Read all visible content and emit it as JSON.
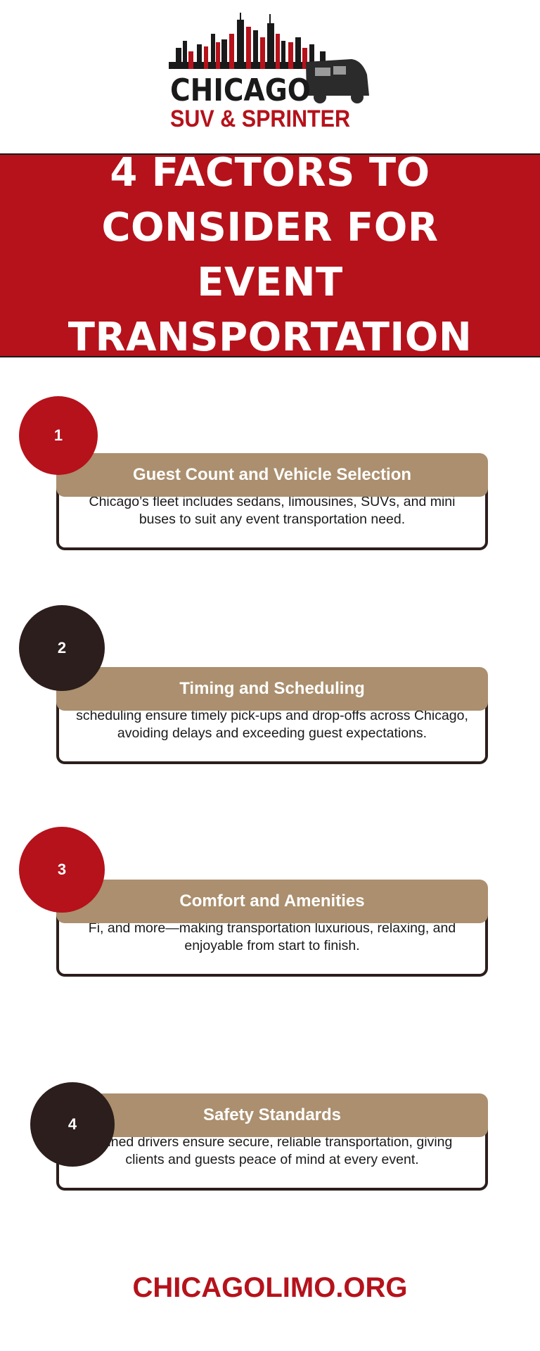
{
  "logo": {
    "line1": "CHICAGO",
    "line2": "SUV & SPRINTER"
  },
  "title": "4 FACTORS TO CONSIDER FOR EVENT TRANSPORTATION",
  "factors": [
    {
      "number": "1",
      "heading": "Guest Count and Vehicle Selection",
      "body": "First, determine guest count to choose the right vehicle —Chicago’s fleet includes sedans, limousines, SUVs, and mini buses to suit any event transportation need."
    },
    {
      "number": "2",
      "heading": "Timing and Scheduling",
      "body": "Punctuality is key for events. Our expert drivers and detailed scheduling ensure timely pick-ups and drop-offs across Chicago, avoiding delays and exceeding guest expectations."
    },
    {
      "number": "3",
      "heading": "Comfort and Amenities",
      "body": "We ensure guest comfort with plush seating, climate control, Wi-Fi, and more—making transportation luxurious, relaxing, and enjoyable from start to finish."
    },
    {
      "number": "4",
      "heading": "Safety Standards",
      "body": "Safety is our top priority. Our well-maintained vehicles and trained drivers ensure secure, reliable transportation, giving clients and guests peace of mind at every event."
    }
  ],
  "footer": "CHICAGOLIMO.ORG",
  "colors": {
    "red": "#b5121b",
    "dark": "#2b1e1c",
    "tan": "#ab8f6e"
  }
}
